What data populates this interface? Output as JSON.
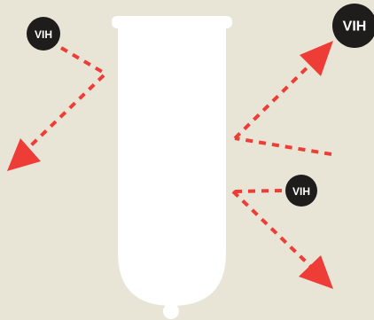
{
  "colors": {
    "background": "#e8e5d6",
    "condom": "#ffffff",
    "virus": "#1f1c1c",
    "arrow": "#ee3d37",
    "virus_text": "#ffffff"
  },
  "virus_labels": {
    "top_left": "VIH",
    "top_right": "VIH",
    "middle_right": "VIH"
  }
}
